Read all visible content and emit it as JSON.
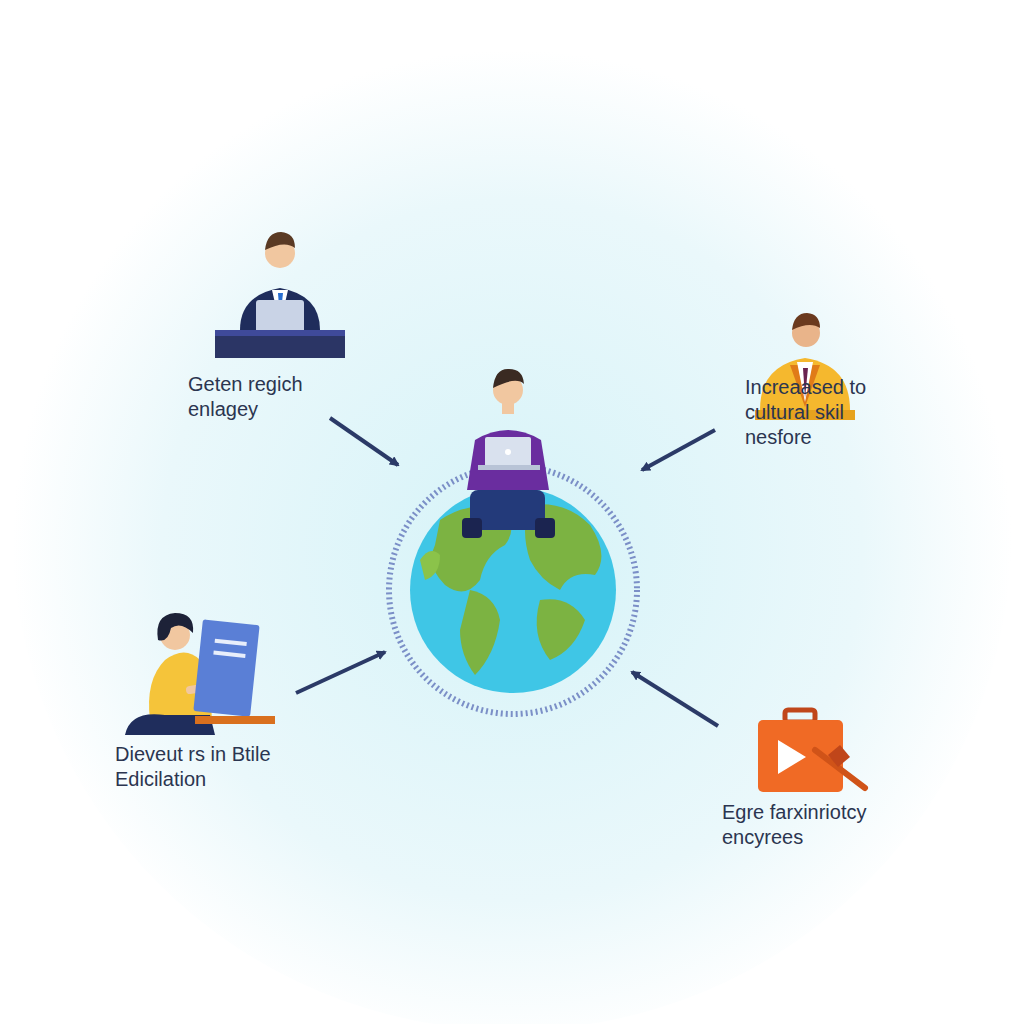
{
  "diagram": {
    "labels": [
      "Geten regich enlagey",
      "Increaased to cultural skil nesfore",
      "Dieveut rs in Btile Edicilation",
      "Egre farxinriotcy encyrees"
    ]
  }
}
